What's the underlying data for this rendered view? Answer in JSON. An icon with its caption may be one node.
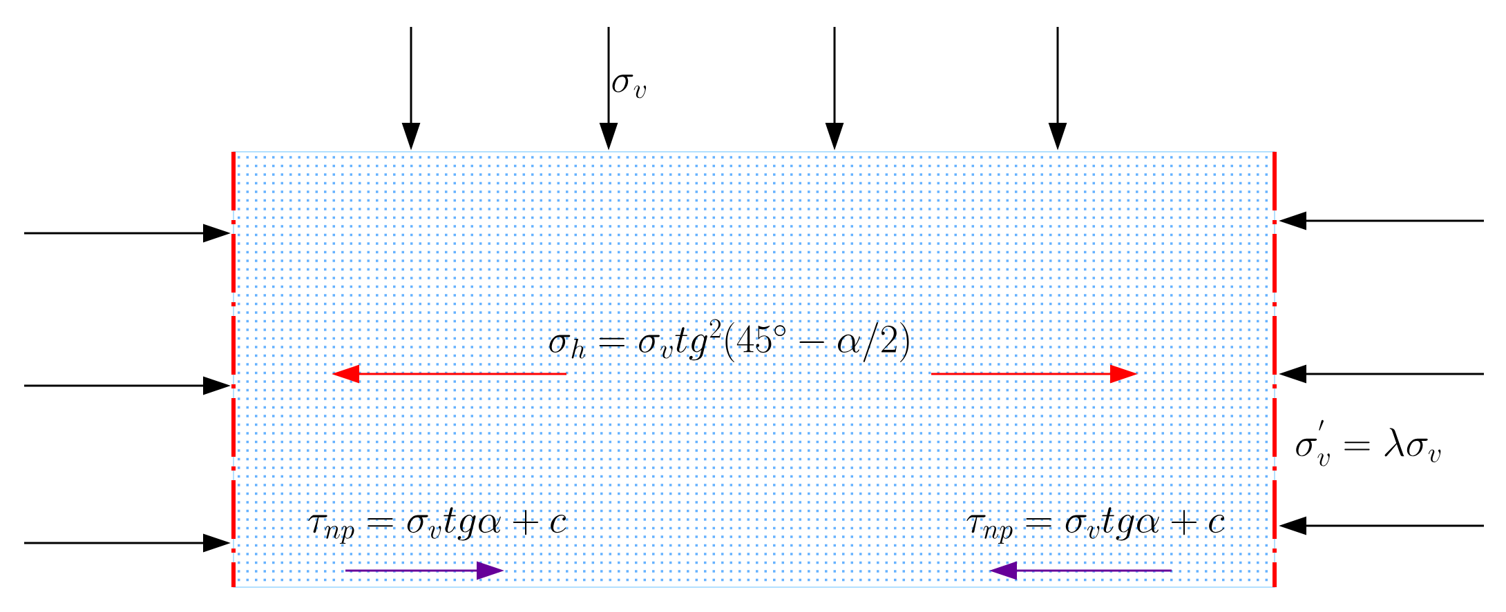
{
  "diagram": {
    "nodes": [
      {
        "text": [
          "\\sigma_h = \\sigma_v tg^2(45^\\circ - \\alpha/2)",
          "\\tau_{np} = \\sigma_v tg\\alpha + c",
          "\\tau_{np} = \\sigma_v tg\\alpha + c"
        ]
      }
    ],
    "labels": [
      "\\sigma_v",
      "\\sigma_v^{'} = \\lambda\\sigma_v"
    ]
  }
}
